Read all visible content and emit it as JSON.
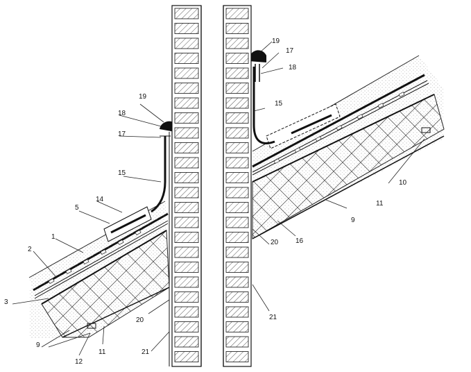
{
  "diagram": {
    "labels": [
      {
        "id": "1",
        "text": "1"
      },
      {
        "id": "2",
        "text": "2"
      },
      {
        "id": "3",
        "text": "3"
      },
      {
        "id": "5",
        "text": "5"
      },
      {
        "id": "9a",
        "text": "9"
      },
      {
        "id": "9b",
        "text": "9"
      },
      {
        "id": "10",
        "text": "10"
      },
      {
        "id": "11a",
        "text": "11"
      },
      {
        "id": "11b",
        "text": "11"
      },
      {
        "id": "12",
        "text": "12"
      },
      {
        "id": "14",
        "text": "14"
      },
      {
        "id": "15a",
        "text": "15"
      },
      {
        "id": "15b",
        "text": "15"
      },
      {
        "id": "16",
        "text": "16"
      },
      {
        "id": "17a",
        "text": "17"
      },
      {
        "id": "17b",
        "text": "17"
      },
      {
        "id": "18a",
        "text": "18"
      },
      {
        "id": "18b",
        "text": "18"
      },
      {
        "id": "19a",
        "text": "19"
      },
      {
        "id": "19b",
        "text": "19"
      },
      {
        "id": "20a",
        "text": "20"
      },
      {
        "id": "20b",
        "text": "20"
      },
      {
        "id": "21a",
        "text": "21"
      },
      {
        "id": "21b",
        "text": "21"
      }
    ]
  }
}
